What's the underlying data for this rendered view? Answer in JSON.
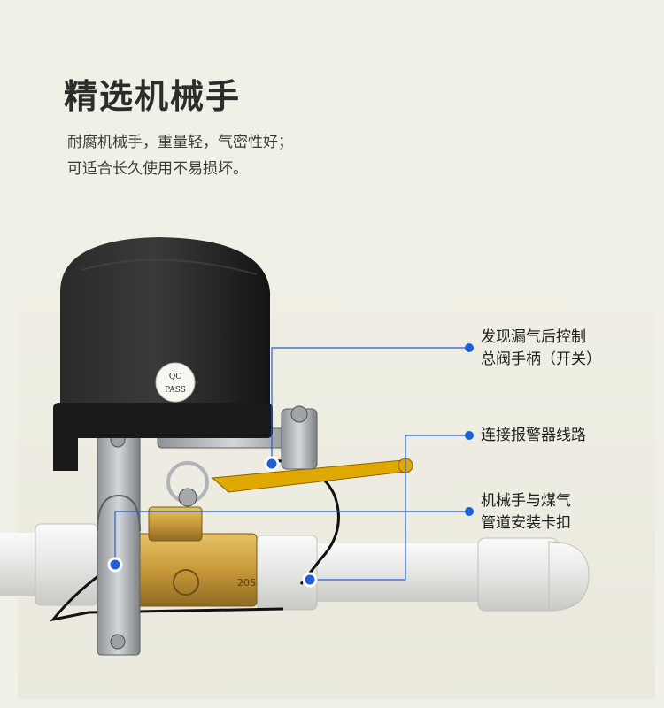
{
  "heading": {
    "title": "精选机械手",
    "lines": [
      "耐腐机械手，重量轻，气密性好；",
      "可适合长久使用不易损坏。"
    ]
  },
  "product": {
    "label_line1": "QC",
    "label_line2": "PASS",
    "valve_mark": "20S"
  },
  "callouts": [
    {
      "lines": [
        "发现漏气后控制",
        "总阀手柄（开关）"
      ]
    },
    {
      "lines": [
        "连接报警器线路"
      ]
    },
    {
      "lines": [
        "机械手与煤气",
        "管道安装卡扣"
      ]
    }
  ],
  "colors": {
    "accent": "#1f5fd6",
    "background": "#f1f0e6",
    "actuator": "#1c1c1c",
    "brass": "#c69a3a",
    "handle": "#e0a800",
    "pipe": "#ececec"
  }
}
